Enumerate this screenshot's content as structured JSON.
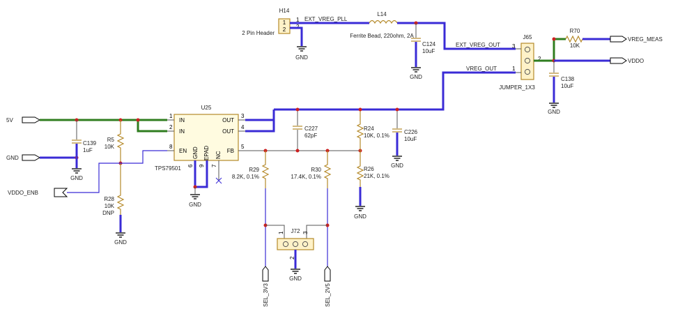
{
  "h14": {
    "ref": "H14",
    "desc": "2 Pin Header",
    "pins": [
      "1",
      "2"
    ]
  },
  "l14": {
    "ref": "L14",
    "desc": "Ferrite Bead, 220ohm, 2A"
  },
  "c124": {
    "ref": "C124",
    "value": "10uF"
  },
  "j65": {
    "ref": "J65",
    "desc": "JUMPER_1X3",
    "pins": [
      "3",
      "2",
      "1"
    ]
  },
  "r70": {
    "ref": "R70",
    "value": "10K"
  },
  "c138": {
    "ref": "C138",
    "value": "10uF"
  },
  "u25": {
    "ref": "U25",
    "part": "TPS79501",
    "pin_names": {
      "in1": "IN",
      "in2": "IN",
      "en": "EN",
      "out1": "OUT",
      "out2": "OUT",
      "fb": "FB",
      "gnd": "GND",
      "epad": "EPAD",
      "nc": "NC"
    },
    "pin_numbers": {
      "in1": "1",
      "in2": "2",
      "en": "8",
      "out1": "3",
      "out2": "4",
      "fb": "5",
      "gnd": "6",
      "epad": "9",
      "nc": "7"
    }
  },
  "c139": {
    "ref": "C139",
    "value": "1uF"
  },
  "r5": {
    "ref": "R5",
    "value": "10K"
  },
  "r28": {
    "ref": "R28",
    "value": "10K",
    "note": "DNP"
  },
  "c227": {
    "ref": "C227",
    "value": "62pF"
  },
  "r24": {
    "ref": "R24",
    "value": "10K, 0.1%"
  },
  "c226": {
    "ref": "C226",
    "value": "10uF"
  },
  "r26": {
    "ref": "R26",
    "value": "21K, 0.1%"
  },
  "r29": {
    "ref": "R29",
    "value": "8.2K, 0.1%"
  },
  "r30": {
    "ref": "R30",
    "value": "17.4K, 0.1%"
  },
  "j72": {
    "ref": "J72",
    "pins": [
      "1",
      "2",
      "3"
    ]
  },
  "nets": {
    "ext_vreg_pll": "EXT_VREG_PLL",
    "ext_vreg_out": "EXT_VREG_OUT",
    "vreg_out": "VREG_OUT",
    "gnd": "GND"
  },
  "ports": {
    "v5": "5V",
    "gnd": "GND",
    "vddo_enb": "VDDO_ENB",
    "vreg_meas": "VREG_MEAS",
    "vddo": "VDDO",
    "sel_3v3": "SEL_3V3",
    "sel_2v5": "SEL_2V5"
  }
}
